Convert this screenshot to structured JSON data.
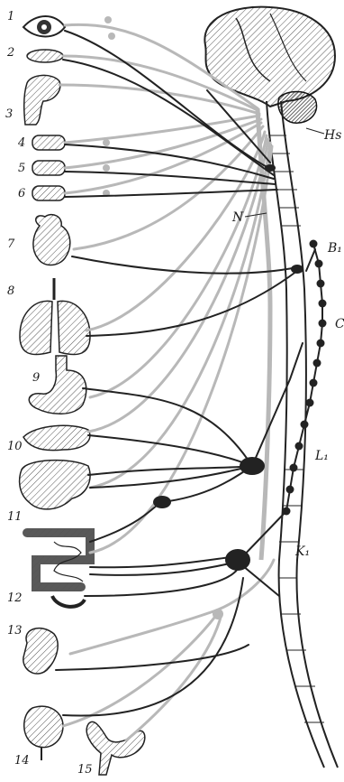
{
  "labels": {
    "n1": "1",
    "n2": "2",
    "n3": "3",
    "n4": "4",
    "n5": "5",
    "n6": "6",
    "n7": "7",
    "n8": "8",
    "n9": "9",
    "n10": "10",
    "n11": "11",
    "n12": "12",
    "n13": "13",
    "n14": "14",
    "n15": "15",
    "hs": "Hs",
    "n": "N",
    "b1": "B₁",
    "c": "C",
    "l1": "L₁",
    "k1": "K₁"
  },
  "colors": {
    "sympathetic": "#222222",
    "parasympathetic": "#b8b8b8",
    "organ_fill": "#e9e9e9",
    "organ_stroke": "#333333"
  }
}
